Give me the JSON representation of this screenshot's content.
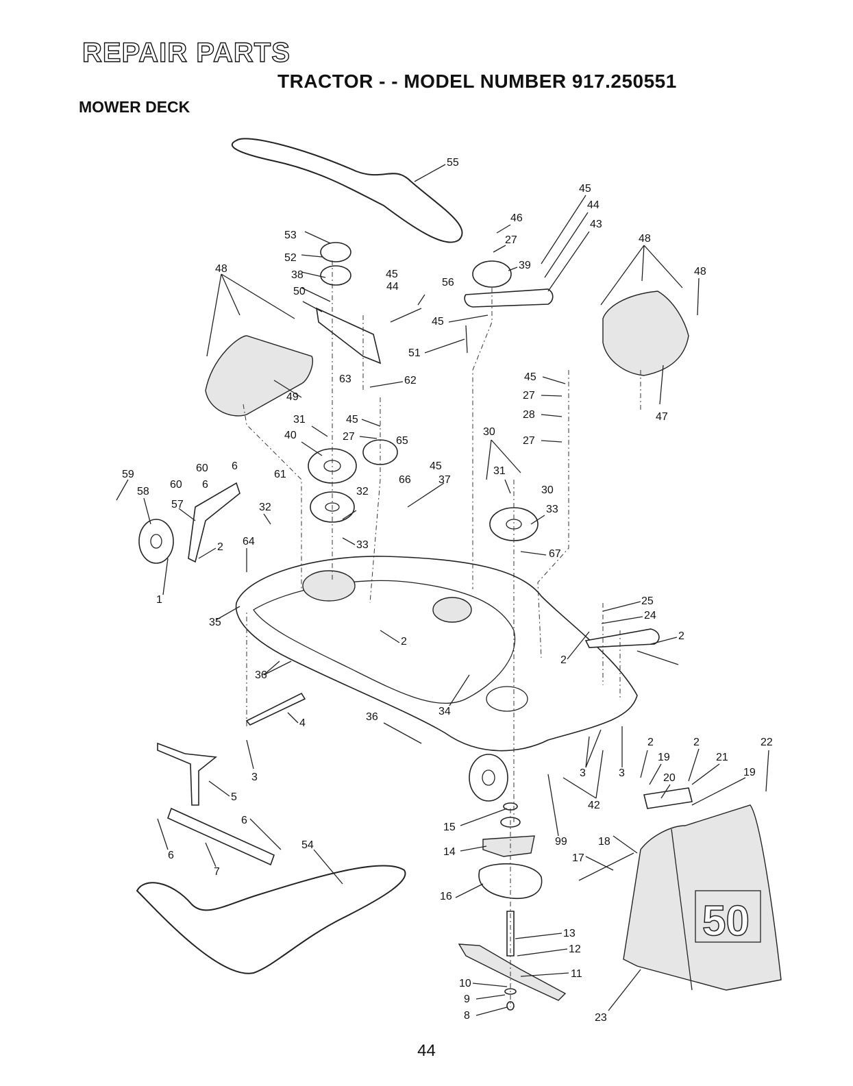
{
  "header": {
    "title": "REPAIR PARTS",
    "model": "TRACTOR - - MODEL NUMBER 917.250551",
    "section": "MOWER DECK"
  },
  "page_number": "44",
  "callouts": [
    "55",
    "45",
    "46",
    "27",
    "39",
    "44",
    "43",
    "53",
    "52",
    "45",
    "44",
    "56",
    "38",
    "50",
    "45",
    "51",
    "48",
    "48",
    "48",
    "63",
    "62",
    "49",
    "47",
    "45",
    "27",
    "28",
    "27",
    "31",
    "45",
    "27",
    "65",
    "40",
    "30",
    "45",
    "66",
    "37",
    "31",
    "30",
    "59",
    "60",
    "6",
    "60",
    "6",
    "58",
    "57",
    "61",
    "32",
    "32",
    "33",
    "33",
    "67",
    "2",
    "64",
    "1",
    "35",
    "2",
    "25",
    "24",
    "2",
    "2",
    "36",
    "34",
    "36",
    "4",
    "3",
    "3",
    "3",
    "2",
    "19",
    "2",
    "21",
    "22",
    "20",
    "19",
    "5",
    "42",
    "15",
    "99",
    "18",
    "6",
    "17",
    "14",
    "54",
    "6",
    "7",
    "16",
    "13",
    "12",
    "11",
    "10",
    "9",
    "8",
    "23"
  ],
  "decal": {
    "text": "50"
  },
  "colors": {
    "line": "#222222",
    "background": "#ffffff"
  }
}
